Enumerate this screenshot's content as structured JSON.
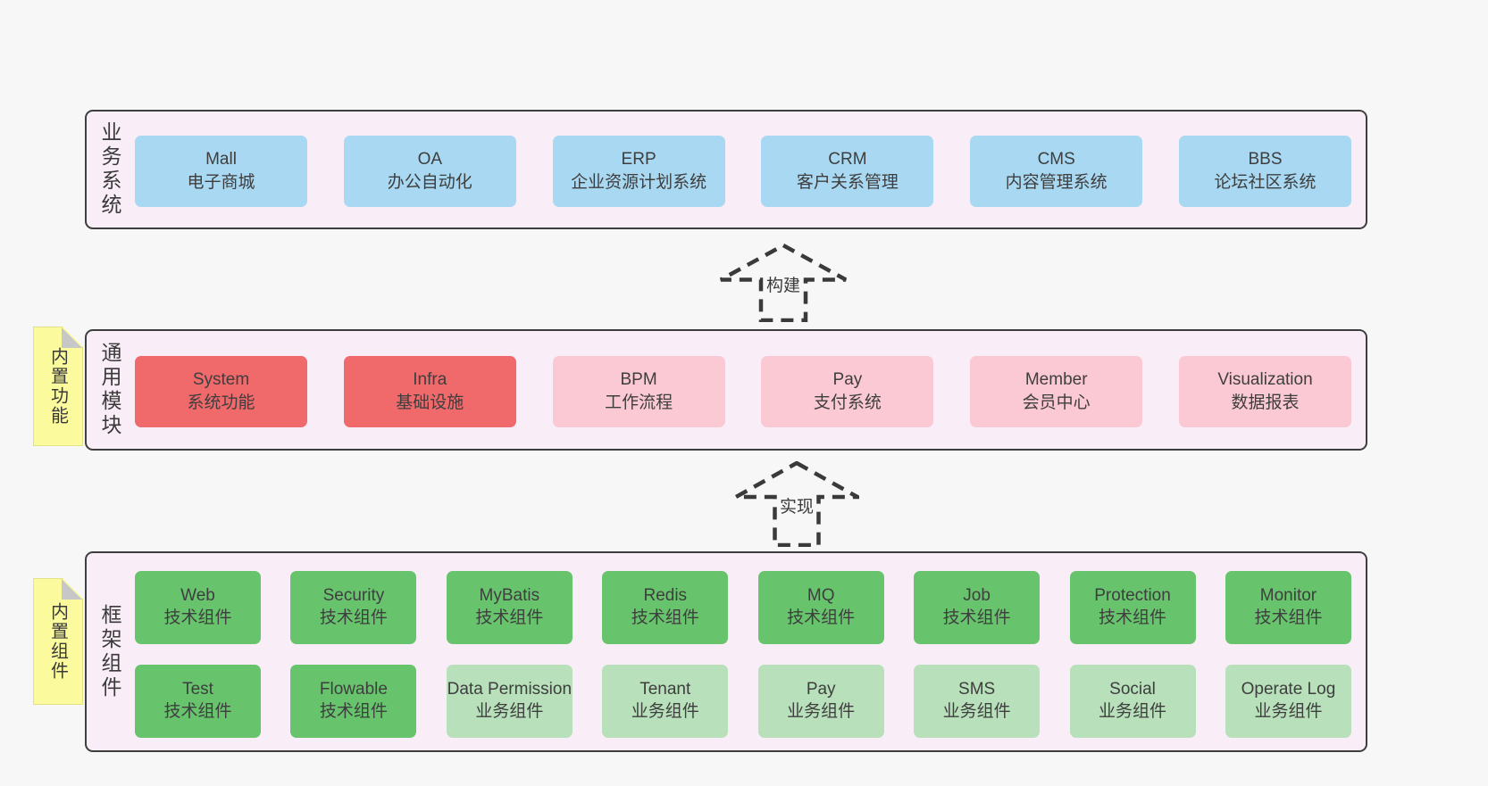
{
  "colors": {
    "page_background": "#f7f7f7",
    "layer_fill": "#f9eef7",
    "layer_border": "#3e3e3e",
    "blue_box": "#a9d8f2",
    "red_box": "#f0696b",
    "pink_box": "#fbc9d4",
    "green_box": "#67c46d",
    "light_green_box": "#b8e0ba",
    "note_yellow": "#fbfb9e",
    "note_fold_gray": "#c7c7c7",
    "text": "#3e3e3e"
  },
  "arrows": [
    {
      "label": "构建"
    },
    {
      "label": "实现"
    }
  ],
  "layers": [
    {
      "label": "业务系统",
      "boxes": [
        {
          "name": "Mall",
          "subtitle": "电子商城",
          "color": "blue"
        },
        {
          "name": "OA",
          "subtitle": "办公自动化",
          "color": "blue"
        },
        {
          "name": "ERP",
          "subtitle": "企业资源计划系统",
          "color": "blue"
        },
        {
          "name": "CRM",
          "subtitle": "客户关系管理",
          "color": "blue"
        },
        {
          "name": "CMS",
          "subtitle": "内容管理系统",
          "color": "blue"
        },
        {
          "name": "BBS",
          "subtitle": "论坛社区系统",
          "color": "blue"
        }
      ]
    },
    {
      "label": "通用模块",
      "note": "内置功能",
      "boxes": [
        {
          "name": "System",
          "subtitle": "系统功能",
          "color": "red"
        },
        {
          "name": "Infra",
          "subtitle": "基础设施",
          "color": "red"
        },
        {
          "name": "BPM",
          "subtitle": "工作流程",
          "color": "pink"
        },
        {
          "name": "Pay",
          "subtitle": "支付系统",
          "color": "pink"
        },
        {
          "name": "Member",
          "subtitle": "会员中心",
          "color": "pink"
        },
        {
          "name": "Visualization",
          "subtitle": "数据报表",
          "color": "pink"
        }
      ]
    },
    {
      "label": "框架组件",
      "note": "内置组件",
      "rows": [
        [
          {
            "name": "Web",
            "subtitle": "技术组件",
            "color": "green"
          },
          {
            "name": "Security",
            "subtitle": "技术组件",
            "color": "green"
          },
          {
            "name": "MyBatis",
            "subtitle": "技术组件",
            "color": "green"
          },
          {
            "name": "Redis",
            "subtitle": "技术组件",
            "color": "green"
          },
          {
            "name": "MQ",
            "subtitle": "技术组件",
            "color": "green"
          },
          {
            "name": "Job",
            "subtitle": "技术组件",
            "color": "green"
          },
          {
            "name": "Protection",
            "subtitle": "技术组件",
            "color": "green"
          },
          {
            "name": "Monitor",
            "subtitle": "技术组件",
            "color": "green"
          }
        ],
        [
          {
            "name": "Test",
            "subtitle": "技术组件",
            "color": "green"
          },
          {
            "name": "Flowable",
            "subtitle": "技术组件",
            "color": "green"
          },
          {
            "name": "Data Permission",
            "subtitle": "业务组件",
            "color": "lightgreen"
          },
          {
            "name": "Tenant",
            "subtitle": "业务组件",
            "color": "lightgreen"
          },
          {
            "name": "Pay",
            "subtitle": "业务组件",
            "color": "lightgreen"
          },
          {
            "name": "SMS",
            "subtitle": "业务组件",
            "color": "lightgreen"
          },
          {
            "name": "Social",
            "subtitle": "业务组件",
            "color": "lightgreen"
          },
          {
            "name": "Operate Log",
            "subtitle": "业务组件",
            "color": "lightgreen"
          }
        ]
      ]
    }
  ]
}
